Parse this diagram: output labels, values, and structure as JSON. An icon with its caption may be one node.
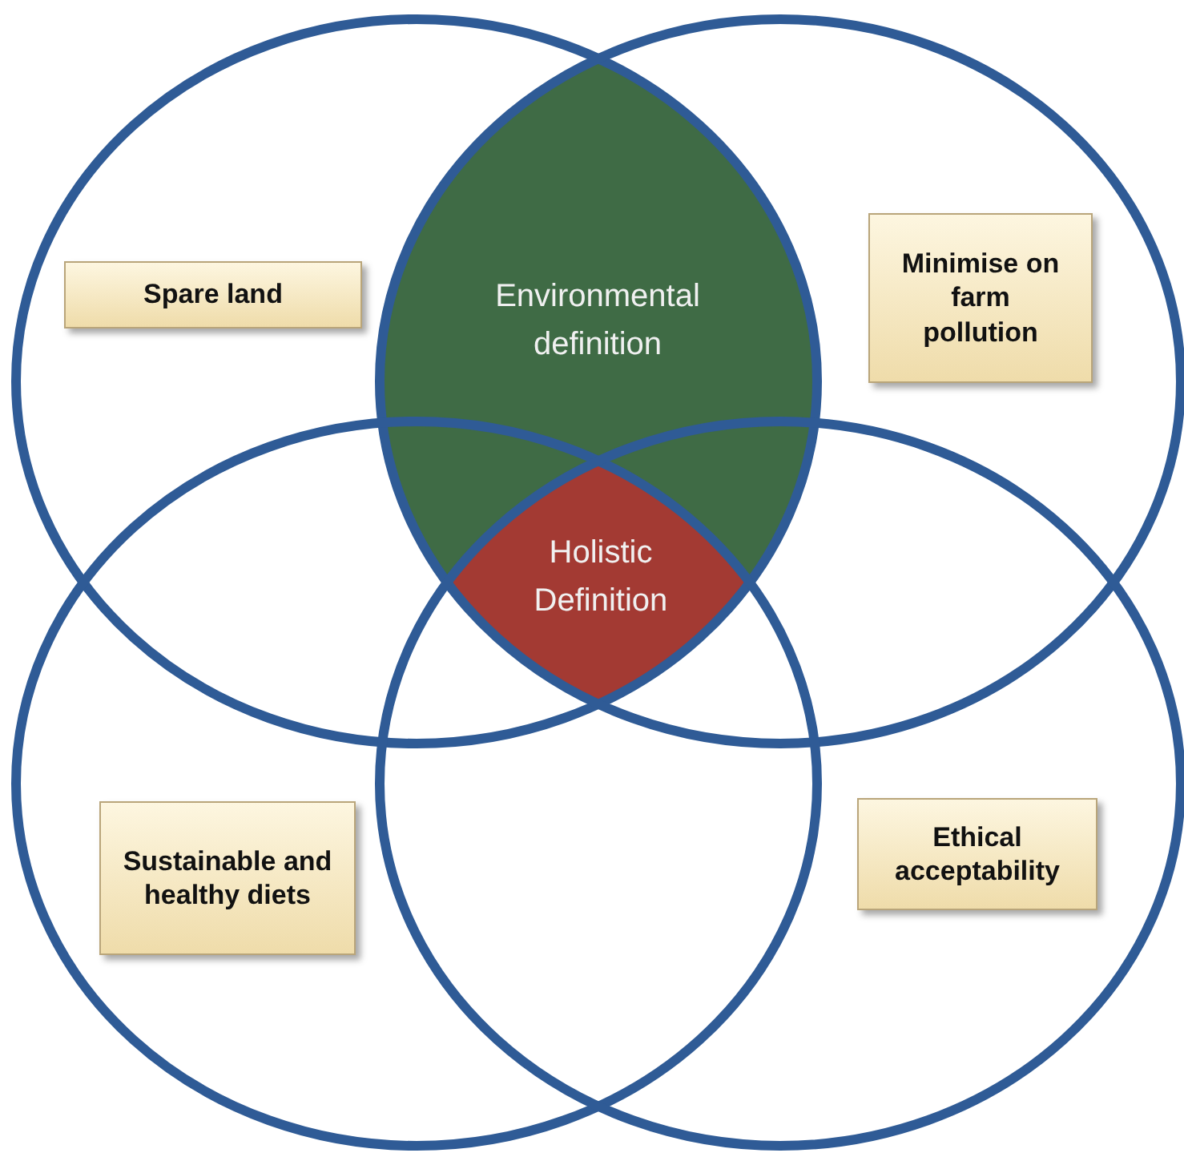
{
  "diagram": {
    "nodes": [
      {
        "text": [],
        "shape": "circle"
      },
      {
        "text": [],
        "shape": "circle"
      },
      {
        "text": [],
        "shape": "circle"
      },
      {
        "text": [],
        "shape": "circle"
      },
      {
        "text": [
          "Environmental definition"
        ]
      },
      {
        "text": [
          "Holistic Definition"
        ]
      },
      {
        "text": [
          "Spare land"
        ],
        "in": 0
      },
      {
        "text": [
          "Minimise on farm pollution"
        ],
        "in": 1
      },
      {
        "text": [
          "Sustainable and healthy diets"
        ],
        "in": 2
      },
      {
        "text": [
          "Ethical acceptability"
        ],
        "in": 3
      }
    ],
    "edges": []
  }
}
